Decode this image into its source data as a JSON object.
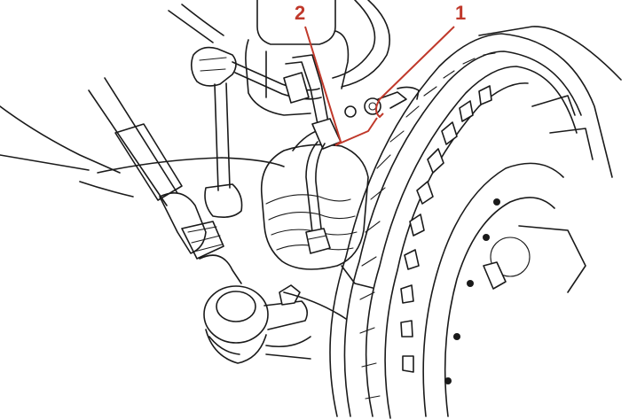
{
  "callouts": [
    {
      "id": "1",
      "label": "1"
    },
    {
      "id": "2",
      "label": "2"
    }
  ],
  "colors": {
    "callout": "#c0392b",
    "ink": "#1a1a1a",
    "background": "#ffffff"
  }
}
